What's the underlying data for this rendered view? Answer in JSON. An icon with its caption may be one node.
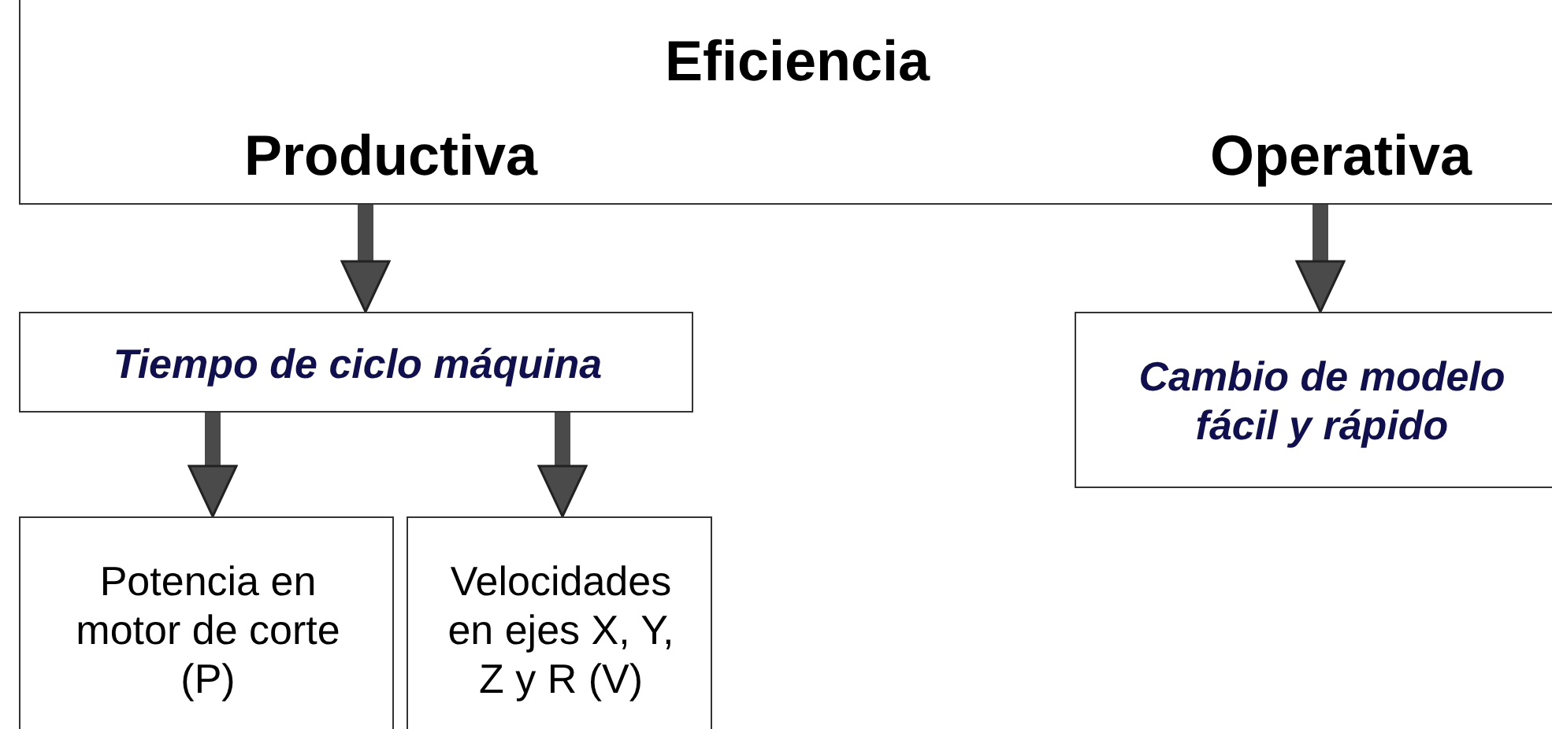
{
  "diagram": {
    "nodes": [
      {
        "text": [
          "Eficiencia",
          "Productiva",
          "Operativa"
        ]
      },
      {
        "text": [
          "Tiempo de ciclo máquina"
        ]
      },
      {
        "text": [
          "Cambio de modelo fácil y rápido"
        ]
      },
      {
        "text": [
          "Potencia en motor de corte (P)"
        ]
      },
      {
        "text": [
          "Velocidades en ejes X, Y, Z y R (V)"
        ]
      }
    ],
    "edges": [
      {
        "from": 0,
        "to": 1,
        "arrow": "to"
      },
      {
        "from": 0,
        "to": 2,
        "arrow": "to"
      },
      {
        "from": 1,
        "to": 3,
        "arrow": "to"
      },
      {
        "from": 1,
        "to": 4,
        "arrow": "to"
      }
    ]
  }
}
